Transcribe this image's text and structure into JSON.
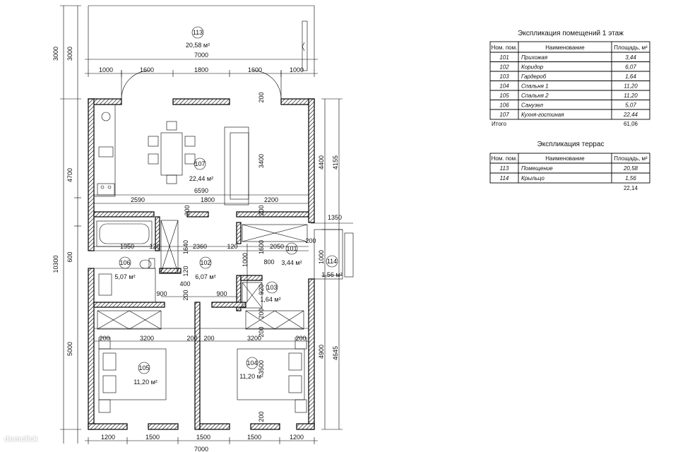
{
  "terrace_label": {
    "num": "113",
    "area": "20,58 м²"
  },
  "rooms": [
    {
      "num": "107",
      "area": "22,44 м²"
    },
    {
      "num": "106",
      "area": "5,07 м²"
    },
    {
      "num": "102",
      "area": "6,07 м²"
    },
    {
      "num": "101",
      "area": "3,44 м²"
    },
    {
      "num": "114",
      "area": "1,56 м²"
    },
    {
      "num": "103",
      "area": "1,64 м²"
    },
    {
      "num": "105",
      "area": "11,20 м²"
    },
    {
      "num": "104",
      "area": "11,20 м²"
    }
  ],
  "dims_top": {
    "terrace_width": "7000",
    "segments": [
      "1000",
      "1600",
      "1800",
      "1600",
      "1000"
    ]
  },
  "dims_bottom": {
    "segments": [
      "1200",
      "1500",
      "1500",
      "1500",
      "1200"
    ],
    "total": "7000"
  },
  "dims_left": {
    "outer": [
      "3000",
      "10300"
    ],
    "inner": [
      "3000",
      "4700",
      "600",
      "5000"
    ]
  },
  "dims_right": {
    "outer": [
      "4155",
      "1350",
      "4645"
    ],
    "inner": [
      "4400",
      "1000",
      "4900"
    ]
  },
  "dims_inner": {
    "kitchen_width": "6590",
    "kitchen_height": "3400",
    "v200_a": "200",
    "row1": [
      "2590",
      "1800",
      "2200"
    ],
    "v200_b": "200",
    "v200_c": "200",
    "row2": [
      "1950",
      "120",
      "2360",
      "120",
      "2050"
    ],
    "v1640": "1640",
    "v1600": "1600",
    "v1000": "1000",
    "v800": "800",
    "v920": "920",
    "v120": "120",
    "v200_d": "200",
    "h900a": "900",
    "h400": "400",
    "h900b": "900",
    "row3": [
      "200",
      "3200",
      "200",
      "200",
      "3200",
      "200"
    ],
    "v3500": "3500",
    "v200_e": "200",
    "v200_f": "200",
    "v200_g": "200",
    "h200_h": "200"
  },
  "table1": {
    "title": "Экспликация помещений 1 этаж",
    "headers": [
      "Ном. пом.",
      "Наименование",
      "Площадь, м²"
    ],
    "rows": [
      [
        "101",
        "Прихожая",
        "3,44"
      ],
      [
        "102",
        "Коридор",
        "6,07"
      ],
      [
        "103",
        "Гардероб",
        "1,64"
      ],
      [
        "104",
        "Спальня 1",
        "11,20"
      ],
      [
        "105",
        "Спальня 2",
        "11,20"
      ],
      [
        "106",
        "Санузел",
        "5,07"
      ],
      [
        "107",
        "Кухня-гостиная",
        "22,44"
      ]
    ],
    "total_label": "Итого",
    "total_value": "61,06"
  },
  "table2": {
    "title": "Экспликация террас",
    "headers": [
      "Ном. пом.",
      "Наименование",
      "Площадь, м²"
    ],
    "rows": [
      [
        "113",
        "Помещение",
        "20,58"
      ],
      [
        "114",
        "Крыльцо",
        "1,56"
      ]
    ],
    "total_value": "22,14"
  },
  "watermark": "domclick"
}
